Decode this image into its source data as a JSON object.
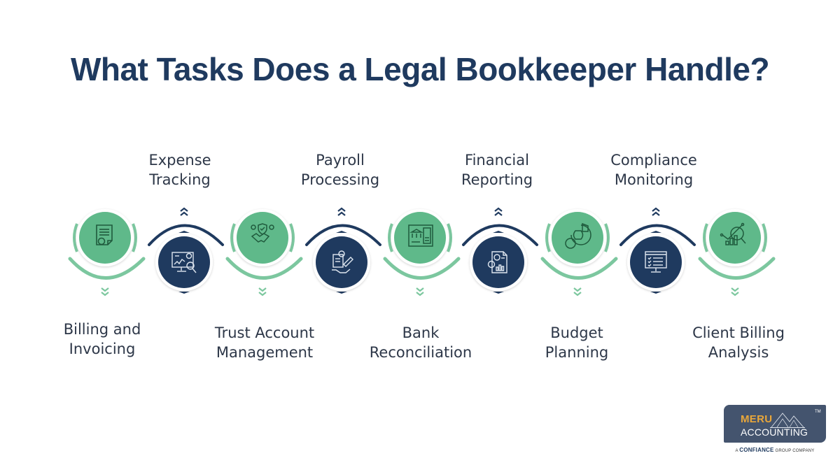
{
  "title": "What Tasks Does a Legal Bookkeeper Handle?",
  "colors": {
    "title": "#1f3a5f",
    "green": "#5fb98a",
    "green_light": "#8fd1ad",
    "navy": "#1f3a5f",
    "icon_dark_green": "#1f5a3c",
    "label_text": "#2d3748"
  },
  "tasks": [
    {
      "line1": "Billing and",
      "line2": "Invoicing",
      "icon": "invoice-document-icon",
      "style": "green",
      "label_position": "bottom"
    },
    {
      "line1": "Expense",
      "line2": "Tracking",
      "icon": "monitor-chart-magnifier-icon",
      "style": "navy",
      "label_position": "top"
    },
    {
      "line1": "Trust Account",
      "line2": "Management",
      "icon": "handshake-shield-icon",
      "style": "green",
      "label_position": "bottom"
    },
    {
      "line1": "Payroll",
      "line2": "Processing",
      "icon": "hand-payment-icon",
      "style": "navy",
      "label_position": "top"
    },
    {
      "line1": "Bank",
      "line2": "Reconciliation",
      "icon": "bank-statement-icon",
      "style": "green",
      "label_position": "bottom"
    },
    {
      "line1": "Financial",
      "line2": "Reporting",
      "icon": "report-chart-icon",
      "style": "navy",
      "label_position": "top"
    },
    {
      "line1": "Budget",
      "line2": "Planning",
      "icon": "money-bag-pie-icon",
      "style": "green",
      "label_position": "bottom"
    },
    {
      "line1": "Compliance",
      "line2": "Monitoring",
      "icon": "monitor-checklist-icon",
      "style": "navy",
      "label_position": "top"
    },
    {
      "line1": "Client Billing",
      "line2": "Analysis",
      "icon": "growth-analysis-icon",
      "style": "green",
      "label_position": "bottom"
    }
  ],
  "logo": {
    "word1": "MERU",
    "word2": "ACCOUNTING",
    "tm": "TM",
    "tagline_prefix": "A",
    "tagline_brand": "CONFIANCE",
    "tagline_suffix": "GROUP COMPANY"
  }
}
